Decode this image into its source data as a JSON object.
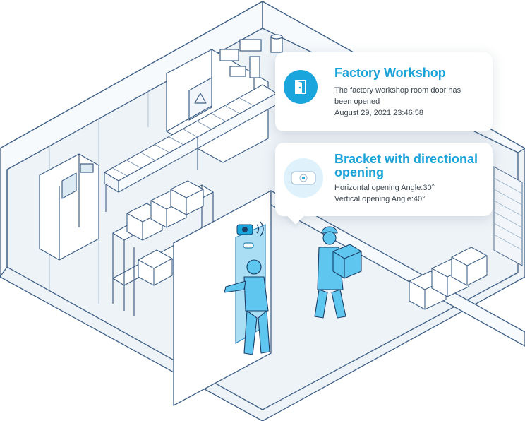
{
  "notification": {
    "title": "Factory Workshop",
    "message": "The factory workshop room door has been opened",
    "timestamp": "August 29, 2021 23:46:58",
    "icon": "door-icon"
  },
  "bracket": {
    "title": "Bracket with directional opening",
    "horizontal": "Horizontal opening Angle:30°",
    "vertical": "Vertical opening Angle:40°",
    "icon": "sensor-device-icon"
  },
  "colors": {
    "accent": "#1aa5dc",
    "person": "#5fc6ef",
    "line": "#3e5f86",
    "floor": "#eef3f7"
  }
}
